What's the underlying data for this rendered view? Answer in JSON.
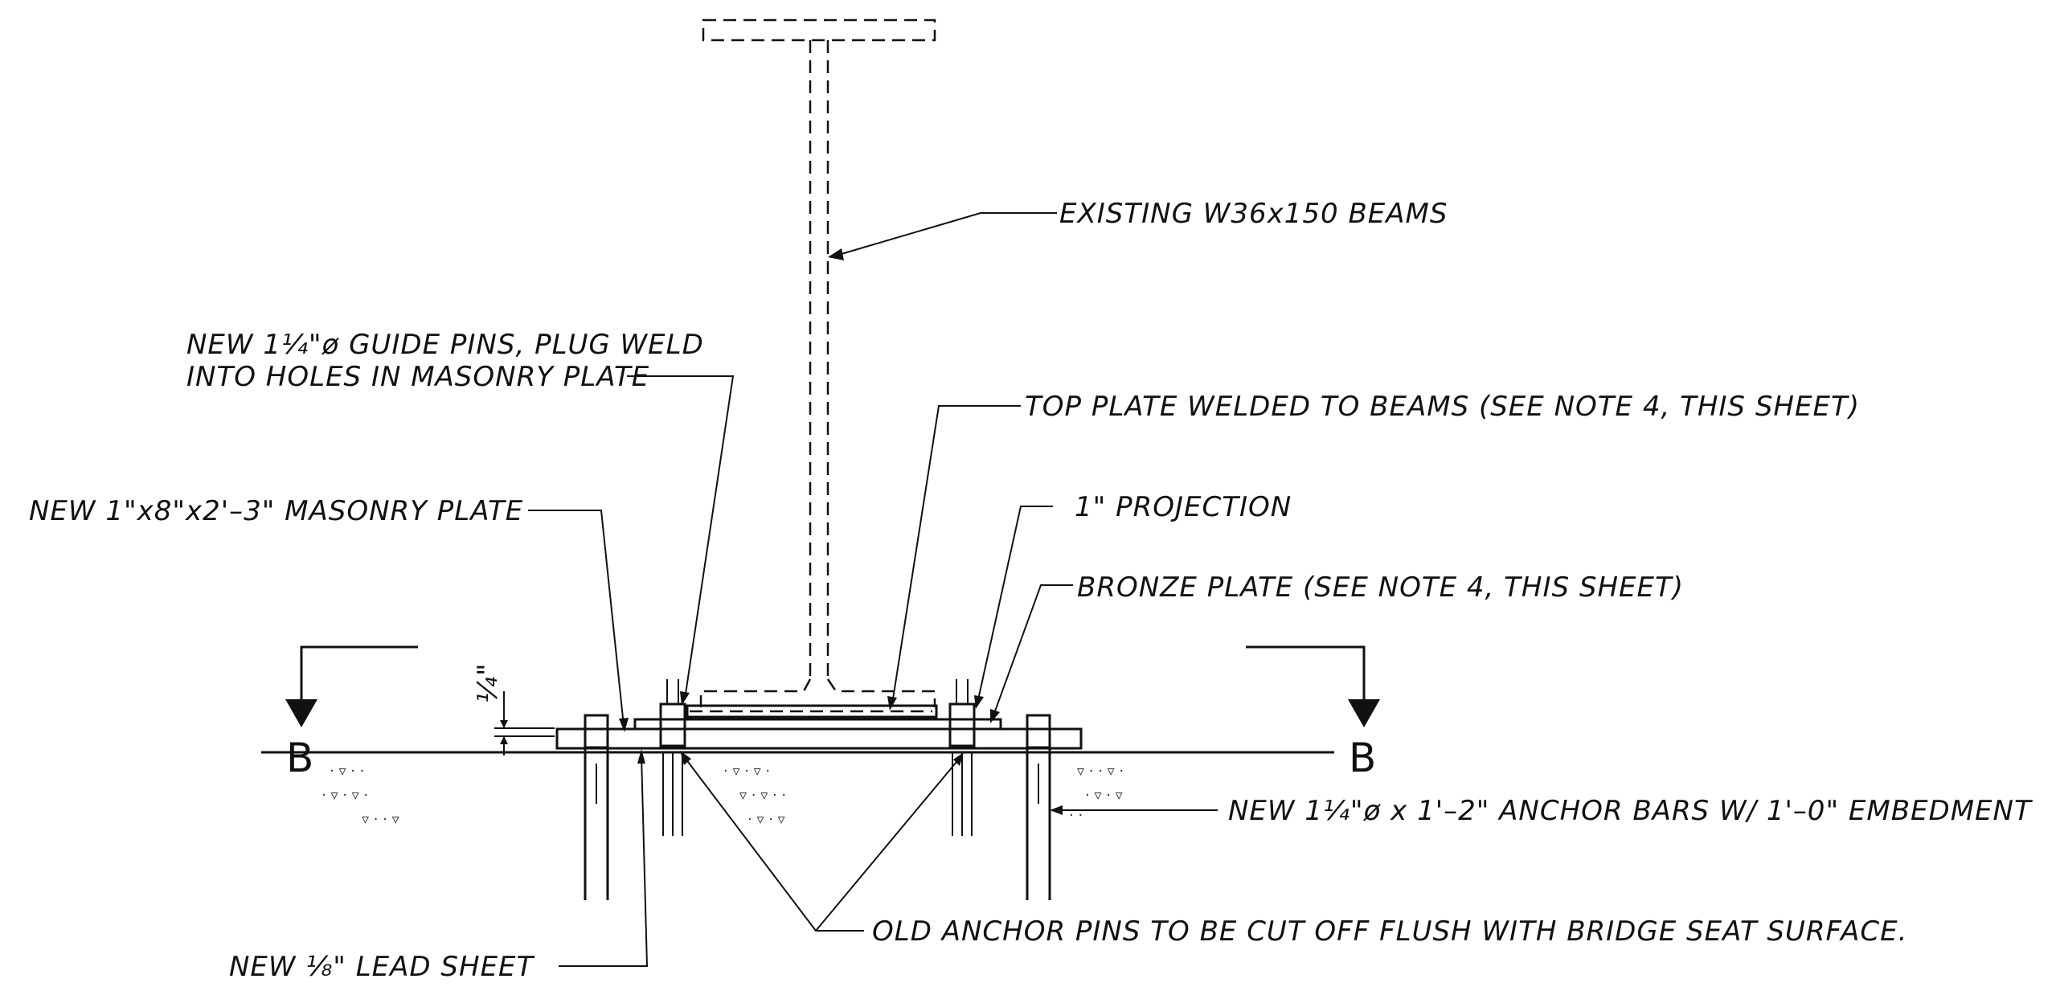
{
  "labels": {
    "beams": "EXISTING W36x150 BEAMS",
    "guide_pins_line1": "NEW 1¼\"ø GUIDE PINS, PLUG WELD",
    "guide_pins_line2": "INTO HOLES IN MASONRY PLATE",
    "top_plate": "TOP PLATE WELDED TO BEAMS (SEE NOTE 4, THIS SHEET)",
    "masonry_plate": "NEW 1\"x8\"x2'–3\" MASONRY PLATE",
    "projection": "1\" PROJECTION",
    "bronze_plate": "BRONZE PLATE (SEE NOTE 4, THIS SHEET)",
    "anchor_bars": "NEW 1¼\"ø x 1'–2\" ANCHOR BARS W/ 1'–0\" EMBEDMENT",
    "old_pins": "OLD ANCHOR PINS TO BE CUT OFF FLUSH WITH BRIDGE SEAT SURFACE.",
    "lead_sheet": "NEW ⅛\" LEAD SHEET",
    "dimension": "¼\""
  },
  "section": {
    "left_tag": "B",
    "right_tag": "B"
  }
}
